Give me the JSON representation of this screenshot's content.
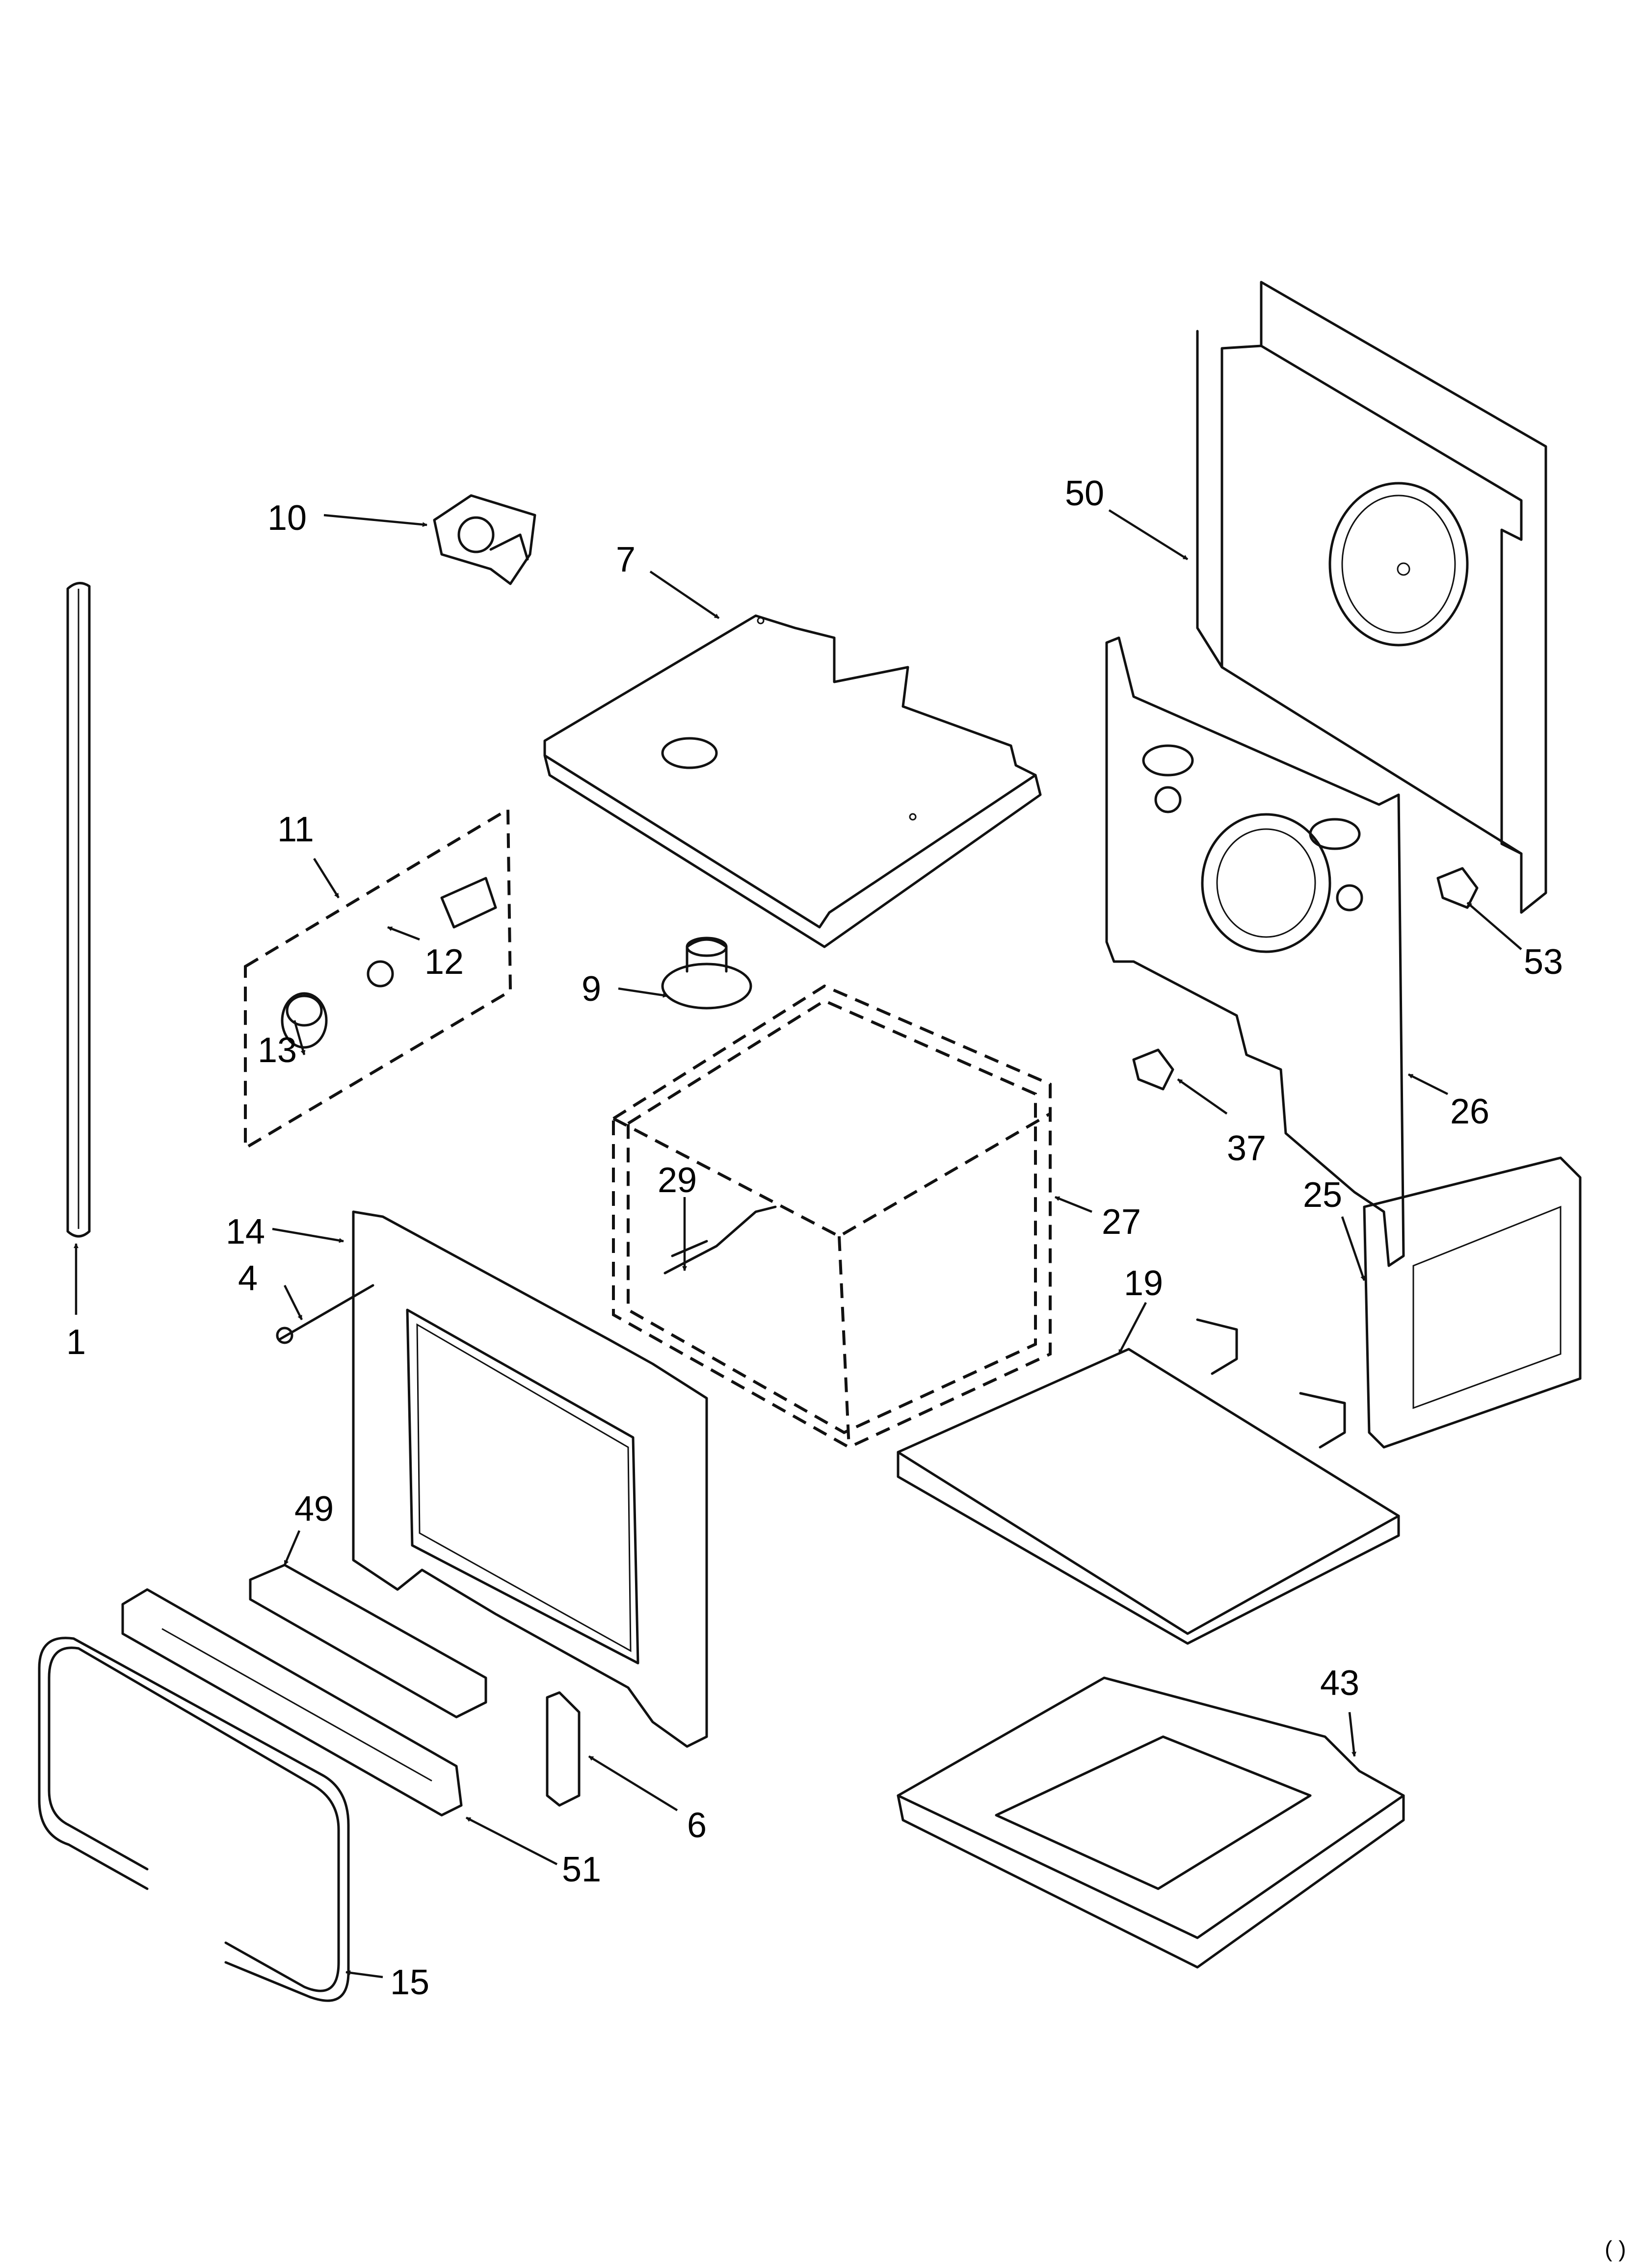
{
  "labels": {
    "p1": "1",
    "p4": "4",
    "p6": "6",
    "p7": "7",
    "p9": "9",
    "p10": "10",
    "p11": "11",
    "p12": "12",
    "p13": "13",
    "p14": "14",
    "p15": "15",
    "p19": "19",
    "p25": "25",
    "p26": "26",
    "p27": "27",
    "p29": "29",
    "p37": "37",
    "p43": "43",
    "p49": "49",
    "p50": "50",
    "p51": "51",
    "p53": "53"
  },
  "footer_code": "( )"
}
